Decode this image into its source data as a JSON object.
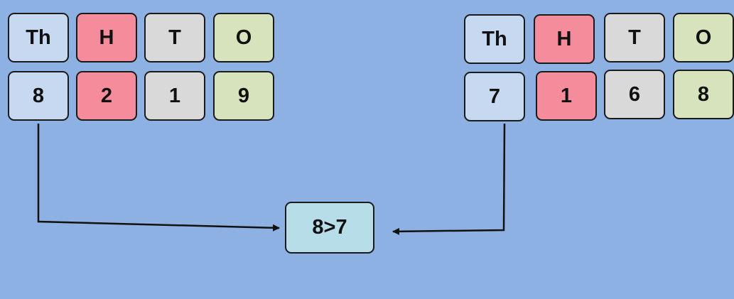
{
  "colors": {
    "background": "#8db1e2",
    "thousands": "#c6d9f1",
    "hundreds": "#f58c9b",
    "tens": "#d9d9d9",
    "ones": "#d7e3bd",
    "result": "#b7dde8",
    "border": "#1a1a1a",
    "arrow": "#111111"
  },
  "left_number": {
    "headers": [
      "Th",
      "H",
      "T",
      "O"
    ],
    "digits": [
      "8",
      "2",
      "1",
      "9"
    ]
  },
  "right_number": {
    "headers": [
      "Th",
      "H",
      "T",
      "O"
    ],
    "digits": [
      "7",
      "1",
      "6",
      "8"
    ]
  },
  "comparison": {
    "text": "8>7"
  }
}
